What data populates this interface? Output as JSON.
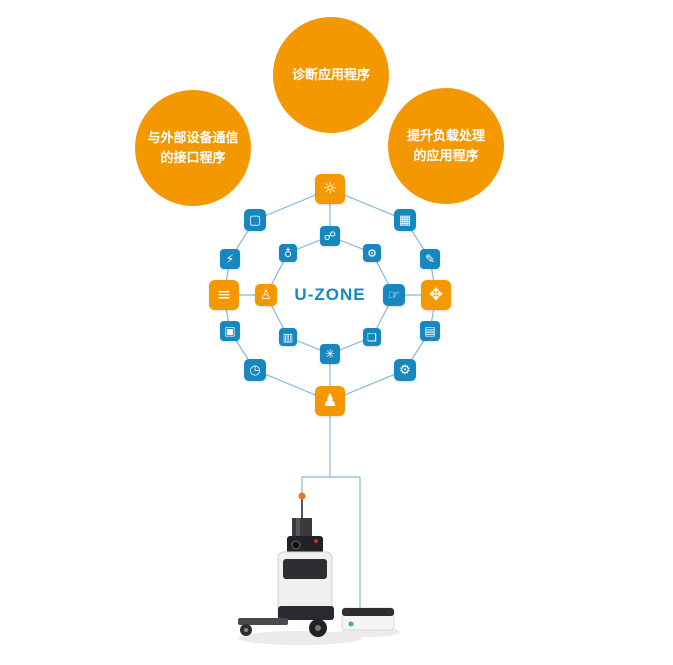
{
  "bubbles": {
    "left": {
      "line1": "与外部设备通信",
      "line2": "的接口程序"
    },
    "top": {
      "line1": "诊断应用程序",
      "line2": ""
    },
    "right": {
      "line1": "提升负载处理",
      "line2": "的应用程序"
    }
  },
  "hub": {
    "label": "U-ZONE"
  },
  "colors": {
    "orange": "#F39800",
    "blue": "#1787C0",
    "line": "#85B9D6",
    "hub_text": "#1787C0"
  },
  "outer_ring": [
    {
      "name": "operator-icon",
      "glyph": "☼",
      "color": "orange"
    },
    {
      "name": "chart-icon",
      "glyph": "▦",
      "color": "blue"
    },
    {
      "name": "edit-icon",
      "glyph": "✎",
      "color": "blue"
    },
    {
      "name": "joystick-icon",
      "glyph": "✥",
      "color": "orange"
    },
    {
      "name": "printer-icon",
      "glyph": "▤",
      "color": "blue"
    },
    {
      "name": "gear-icon",
      "glyph": "⚙",
      "color": "blue"
    },
    {
      "name": "worker-icon",
      "glyph": "♟",
      "color": "orange"
    },
    {
      "name": "compass-icon",
      "glyph": "◷",
      "color": "blue"
    },
    {
      "name": "device-icon",
      "glyph": "▣",
      "color": "blue"
    },
    {
      "name": "pallet-stack-icon",
      "glyph": "≡",
      "color": "orange"
    },
    {
      "name": "lightning-icon",
      "glyph": "⚡",
      "color": "blue"
    },
    {
      "name": "monitor-icon",
      "glyph": "▢",
      "color": "blue"
    }
  ],
  "inner_ring": [
    {
      "name": "robot-arm-icon",
      "glyph": "☍",
      "color": "blue"
    },
    {
      "name": "gear-small-icon",
      "glyph": "⚙",
      "color": "blue"
    },
    {
      "name": "hand-pointer-icon",
      "glyph": "☞",
      "color": "blue"
    },
    {
      "name": "document-icon",
      "glyph": "❏",
      "color": "blue"
    },
    {
      "name": "hub-star-icon",
      "glyph": "✳",
      "color": "blue"
    },
    {
      "name": "barcode-icon",
      "glyph": "▥",
      "color": "blue"
    },
    {
      "name": "desk-person-icon",
      "glyph": "♙",
      "color": "orange"
    },
    {
      "name": "location-pin-icon",
      "glyph": "♁",
      "color": "blue"
    }
  ]
}
